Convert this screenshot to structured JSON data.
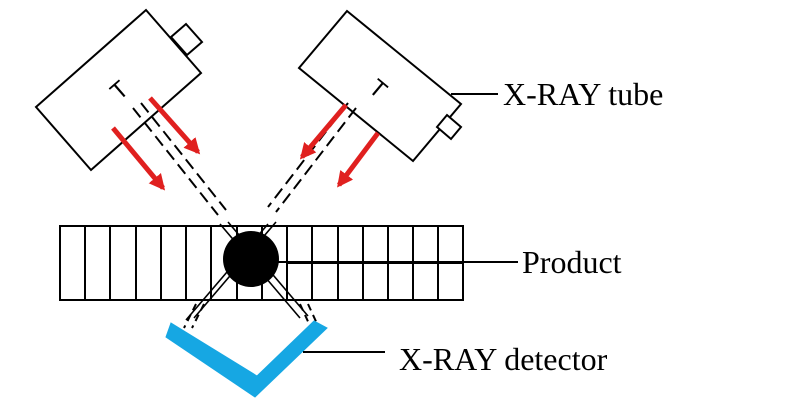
{
  "labels": {
    "tube": "X-RAY tube",
    "product": "Product",
    "detector": "X-RAY detector"
  },
  "tube_marking": "T",
  "colors": {
    "arrow": "#e0201f",
    "detector": "#16a7e3",
    "outline": "#000000",
    "object": "#000000"
  },
  "icons": {
    "tube": "x-ray-tube-icon",
    "arrow": "radiation-arrow-icon",
    "detector": "v-shaped-detector-icon"
  }
}
